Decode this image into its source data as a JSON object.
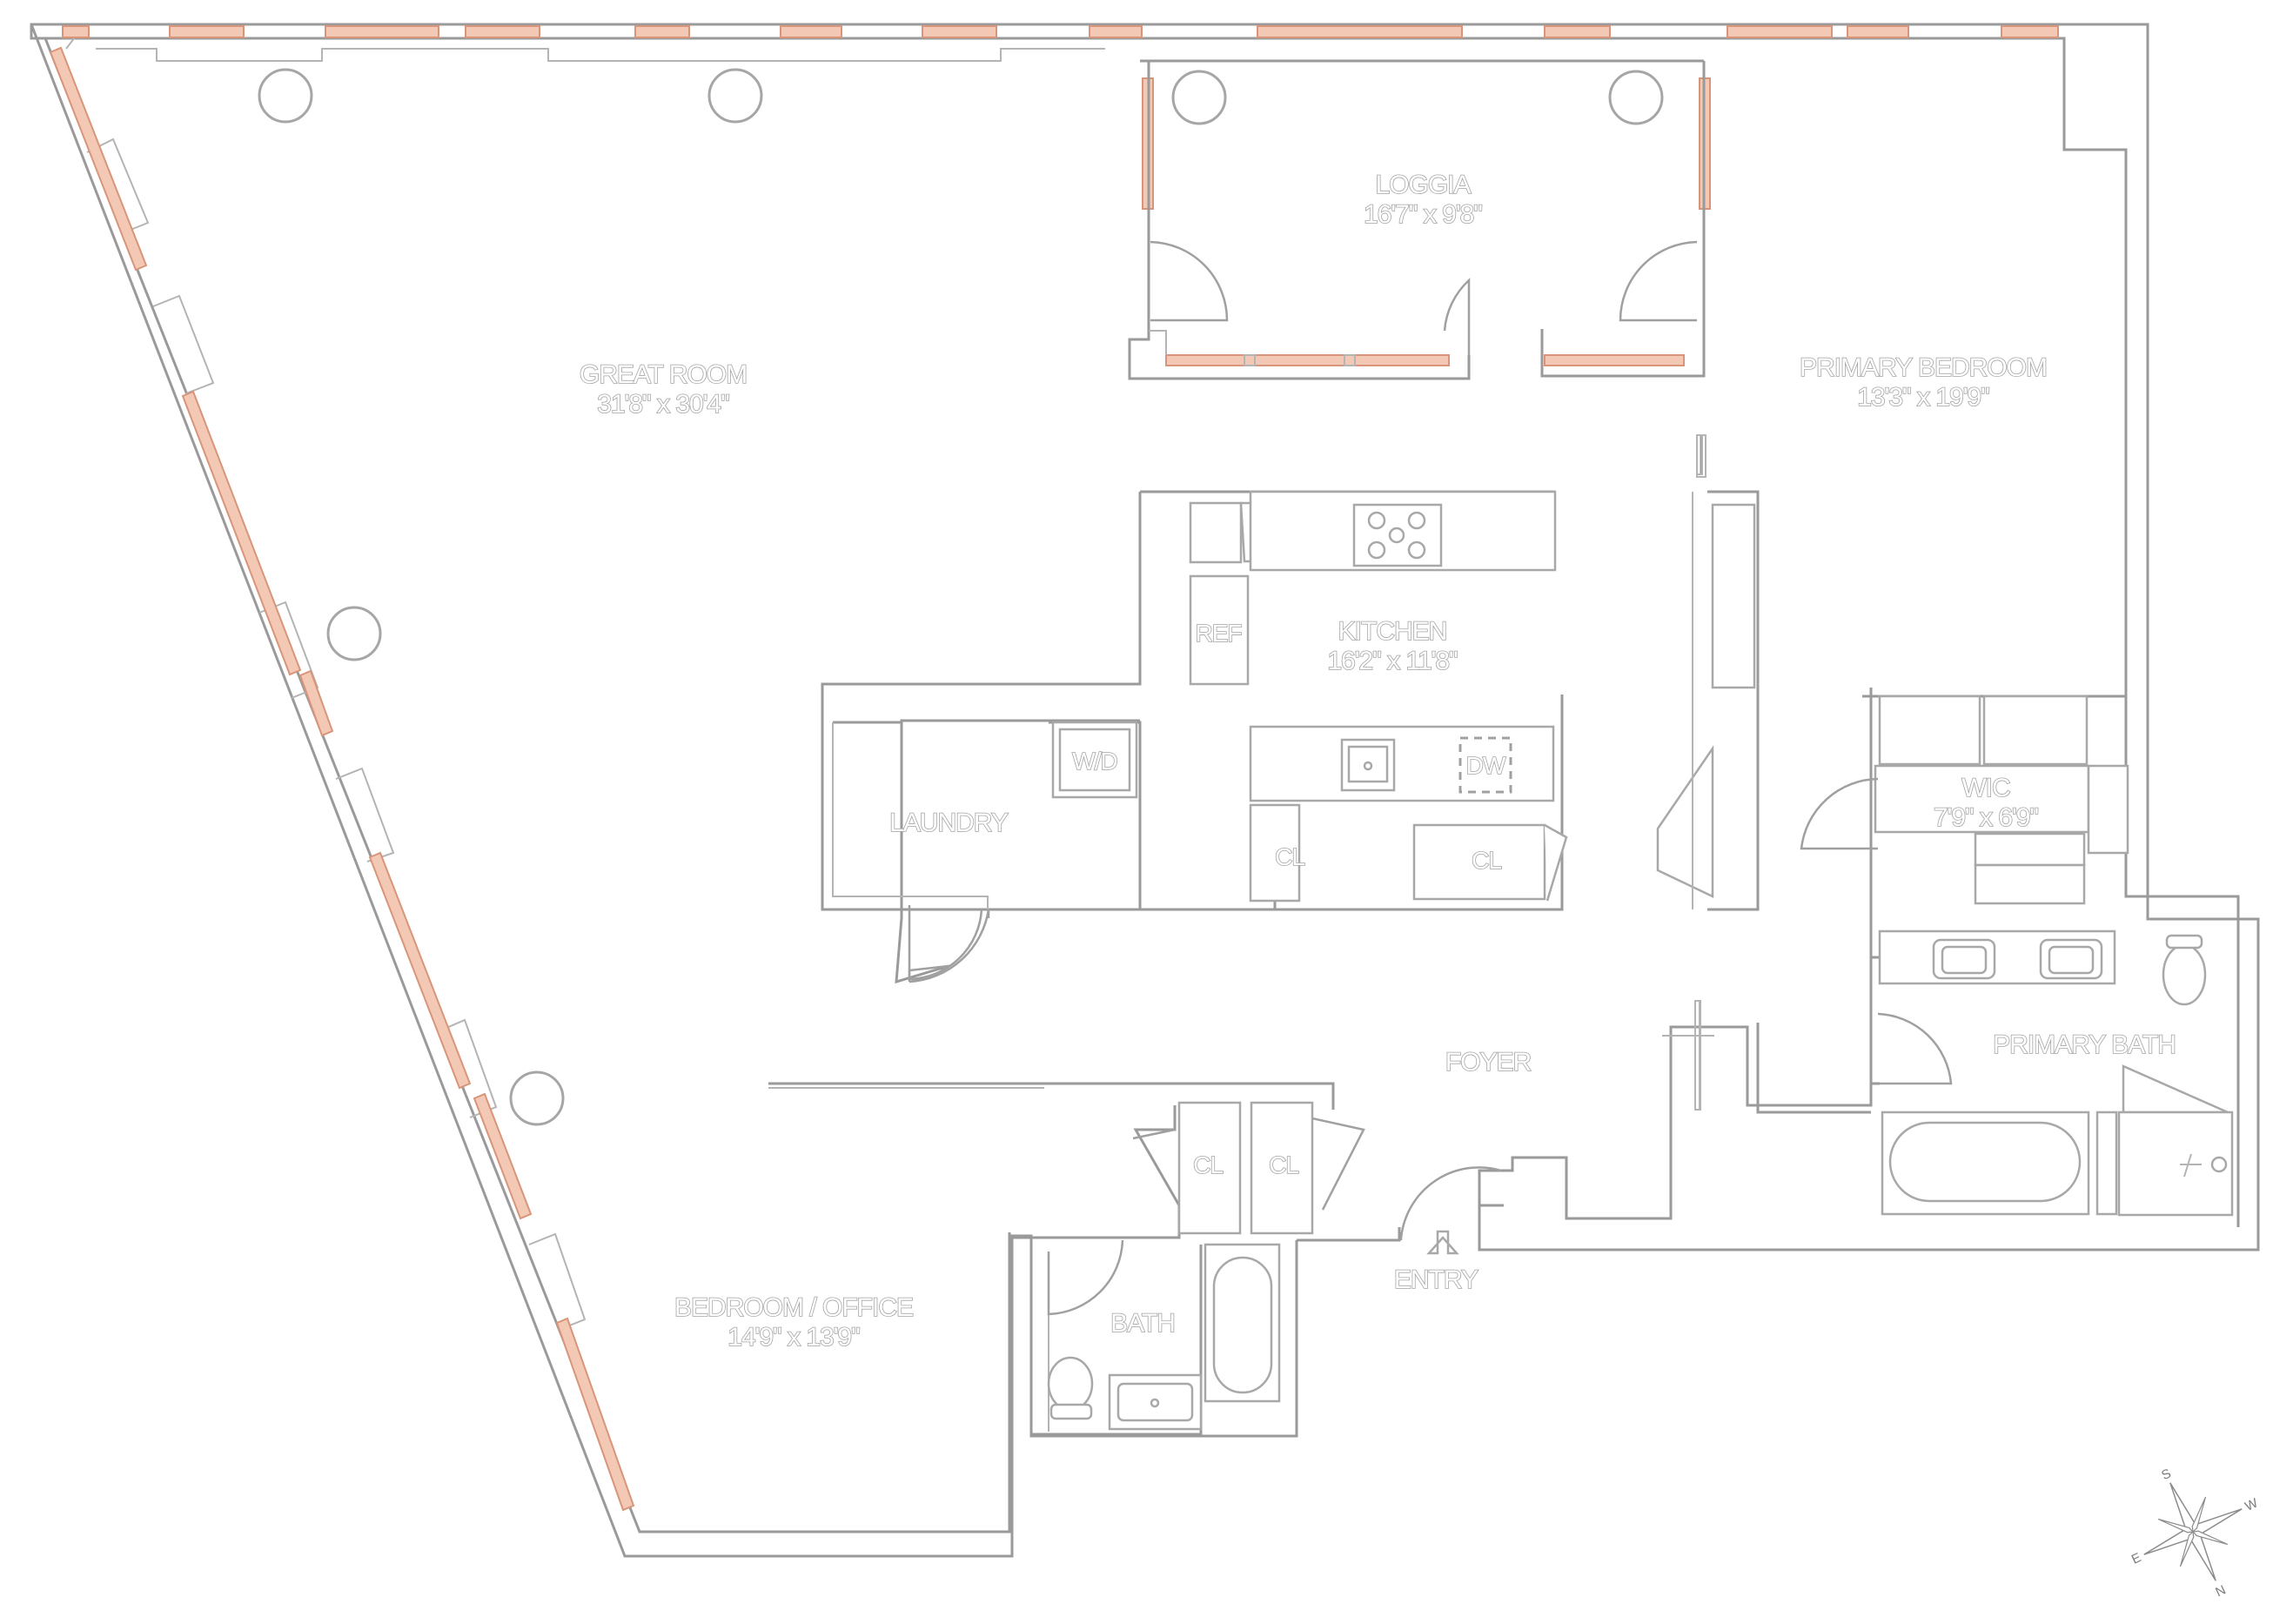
{
  "rooms": {
    "great_room": {
      "name": "GREAT ROOM",
      "dims": "31'8\" x 30'4\""
    },
    "loggia": {
      "name": "LOGGIA",
      "dims": "16'7\" x 9'8\""
    },
    "primary_bedroom": {
      "name": "PRIMARY BEDROOM",
      "dims": "13'3\" x 19'9\""
    },
    "kitchen": {
      "name": "KITCHEN",
      "dims": "16'2\" x 11'8\""
    },
    "wic": {
      "name": "WIC",
      "dims": "7'9\" x 6'9\""
    },
    "laundry": {
      "name": "LAUNDRY"
    },
    "primary_bath": {
      "name": "PRIMARY BATH"
    },
    "foyer": {
      "name": "FOYER"
    },
    "bedroom_office": {
      "name": "BEDROOM / OFFICE",
      "dims": "14'9\" x 13'9\""
    },
    "bath": {
      "name": "BATH"
    },
    "entry": {
      "name": "ENTRY"
    }
  },
  "fixtures": {
    "ref": "REF",
    "wd": "W/D",
    "dw": "DW",
    "closet_kitchen_left": "CL",
    "closet_kitchen_right": "CL",
    "closet_foyer_left": "CL",
    "closet_foyer_right": "CL"
  },
  "compass": {
    "n": "N",
    "s": "S",
    "e": "E",
    "w": "W"
  },
  "colors": {
    "walls": "#9a9a9a",
    "windows": "#f3c9b5",
    "background": "#ffffff"
  }
}
